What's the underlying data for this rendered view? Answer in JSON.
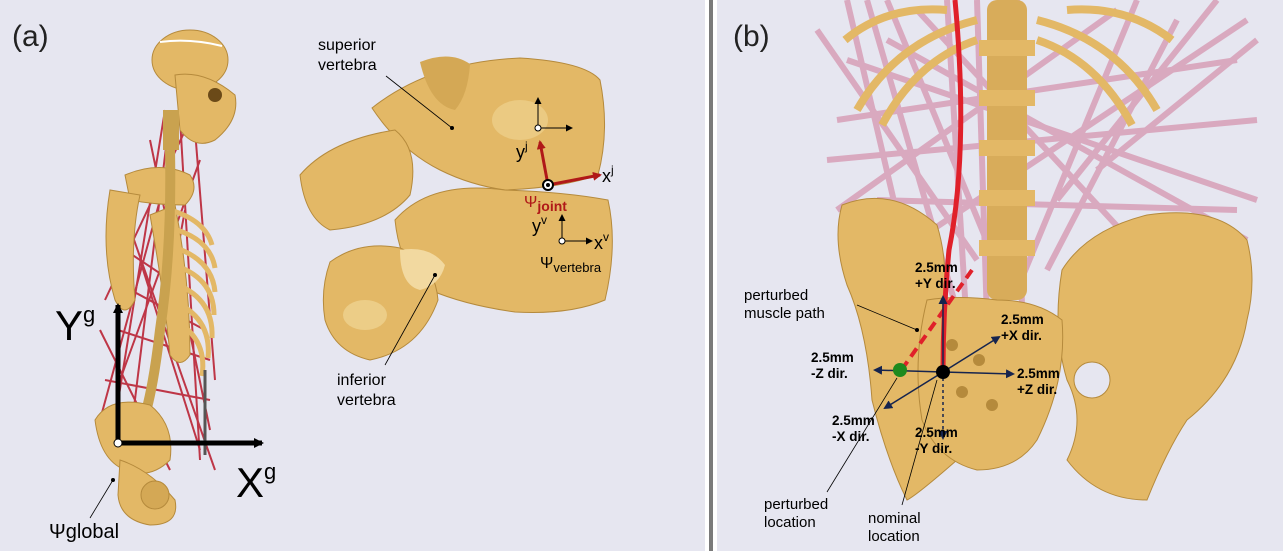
{
  "panel_a": {
    "label": "(a)",
    "superior_line1": "superior",
    "superior_line2": "vertebra",
    "inferior_line1": "inferior",
    "inferior_line2": "vertebra",
    "axis_y_global": "Y",
    "axis_y_global_sup": "g",
    "axis_x_global": "X",
    "axis_x_global_sup": "g",
    "psi_global": "Ψglobal",
    "joint_y": "y",
    "joint_y_sup": "j",
    "joint_x": "x",
    "joint_x_sup": "j",
    "psi_joint": "Ψ",
    "psi_joint_sub": "joint",
    "vert_y": "y",
    "vert_y_sup": "v",
    "vert_x": "x",
    "vert_x_sup": "v",
    "psi_vertebra": "Ψ",
    "psi_vertebra_sub": "vertebra",
    "joint_color": "#b01818"
  },
  "panel_b": {
    "label": "(b)",
    "perturbed_path_line1": "perturbed",
    "perturbed_path_line2": "muscle path",
    "plus_y_1": "2.5mm",
    "plus_y_2": "+Y dir.",
    "plus_x_1": "2.5mm",
    "plus_x_2": "+X dir.",
    "plus_z_1": "2.5mm",
    "plus_z_2": "+Z dir.",
    "minus_z_1": "2.5mm",
    "minus_z_2": "-Z dir.",
    "minus_x_1": "2.5mm",
    "minus_x_2": "-X dir.",
    "minus_y_1": "2.5mm",
    "minus_y_2": "-Y dir.",
    "perturbed_loc_line1": "perturbed",
    "perturbed_loc_line2": "location",
    "nominal_line1": "nominal",
    "nominal_line2": "location",
    "perturbed_point_color": "#1e8a1e",
    "muscle_color": "#e0202a",
    "arrow_color": "#16244e"
  },
  "colors": {
    "bone": "#e3b866",
    "bone_dark": "#b58a3c",
    "muscle": "#b8182a",
    "background": "#e6e6f0"
  }
}
